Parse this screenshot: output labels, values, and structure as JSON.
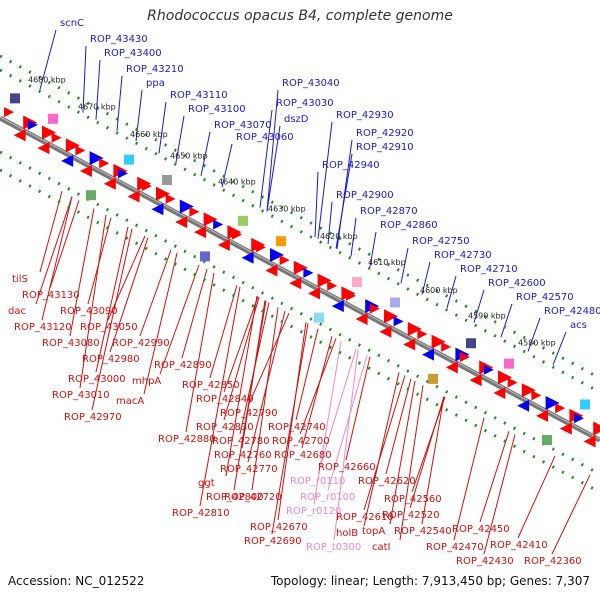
{
  "title": "Rhodococcus opacus B4, complete genome",
  "footer": {
    "accession": "Accession: NC_012522",
    "topology": "Topology: linear; Length: 7,913,450 bp; Genes: 7,307"
  },
  "colors": {
    "top_label": "#1a1acc",
    "bottom_label": "#cc1111",
    "rna_label": "#ee88cc",
    "axis": "#888888",
    "dots": "#2a8a2a",
    "forward_gene": "#ff0000",
    "reverse_gene": "#0000ee"
  },
  "ticks": [
    "4680 kbp",
    "4670 kbp",
    "4660 kbp",
    "4650 kbp",
    "4640 kbp",
    "4630 kbp",
    "4620 kbp",
    "4610 kbp",
    "4600 kbp",
    "4590 kbp",
    "4580 kbp"
  ],
  "top_labels": [
    "scnC",
    "ROP_43430",
    "ROP_43400",
    "ROP_43210",
    "ppa",
    "ROP_43110",
    "ROP_43100",
    "ROP_43070",
    "ROP_43060",
    "ROP_43040",
    "ROP_43030",
    "dszD",
    "ROP_42930",
    "ROP_42920",
    "ROP_42910",
    "ROP_42940",
    "ROP_42900",
    "ROP_42870",
    "ROP_42860",
    "ROP_42750",
    "ROP_42730",
    "ROP_42710",
    "ROP_42600",
    "ROP_42570",
    "ROP_42480",
    "acs"
  ],
  "bottom_labels": [
    "tilS",
    "ROP_43130",
    "dac",
    "ROP_43090",
    "ROP_43120",
    "ROP_43050",
    "ROP_43080",
    "ROP_42990",
    "ROP_42980",
    "ROP_42890",
    "ROP_43000",
    "mhpA",
    "ROP_43010",
    "macA",
    "ROP_42970",
    "ROP_42850",
    "ROP_42840",
    "ROP_42790",
    "ROP_42880",
    "ROP_42830",
    "ROP_42740",
    "ROP_42780",
    "ROP_42700",
    "ROP_42760",
    "ROP_42680",
    "ROP_42770",
    "ROP_42660",
    "ggt",
    "ROP_r0110",
    "ROP_42620",
    "ROP_42800",
    "ROP_r0100",
    "ROP_42720",
    "ROP_42560",
    "ROP_42810",
    "ROP_r0120",
    "ROP_42520",
    "ROP_42610",
    "ROP_42670",
    "holB",
    "ROP_42540",
    "ROP_42450",
    "ROP_42690",
    "catI",
    "ROP_42470",
    "ROP_42410",
    "ROP_t0300",
    "ROP_42430",
    "ROP_42360",
    "topA"
  ],
  "rna_label_names": [
    "ROP_r0110",
    "ROP_r0100",
    "ROP_r0120",
    "ROP_t0300"
  ]
}
